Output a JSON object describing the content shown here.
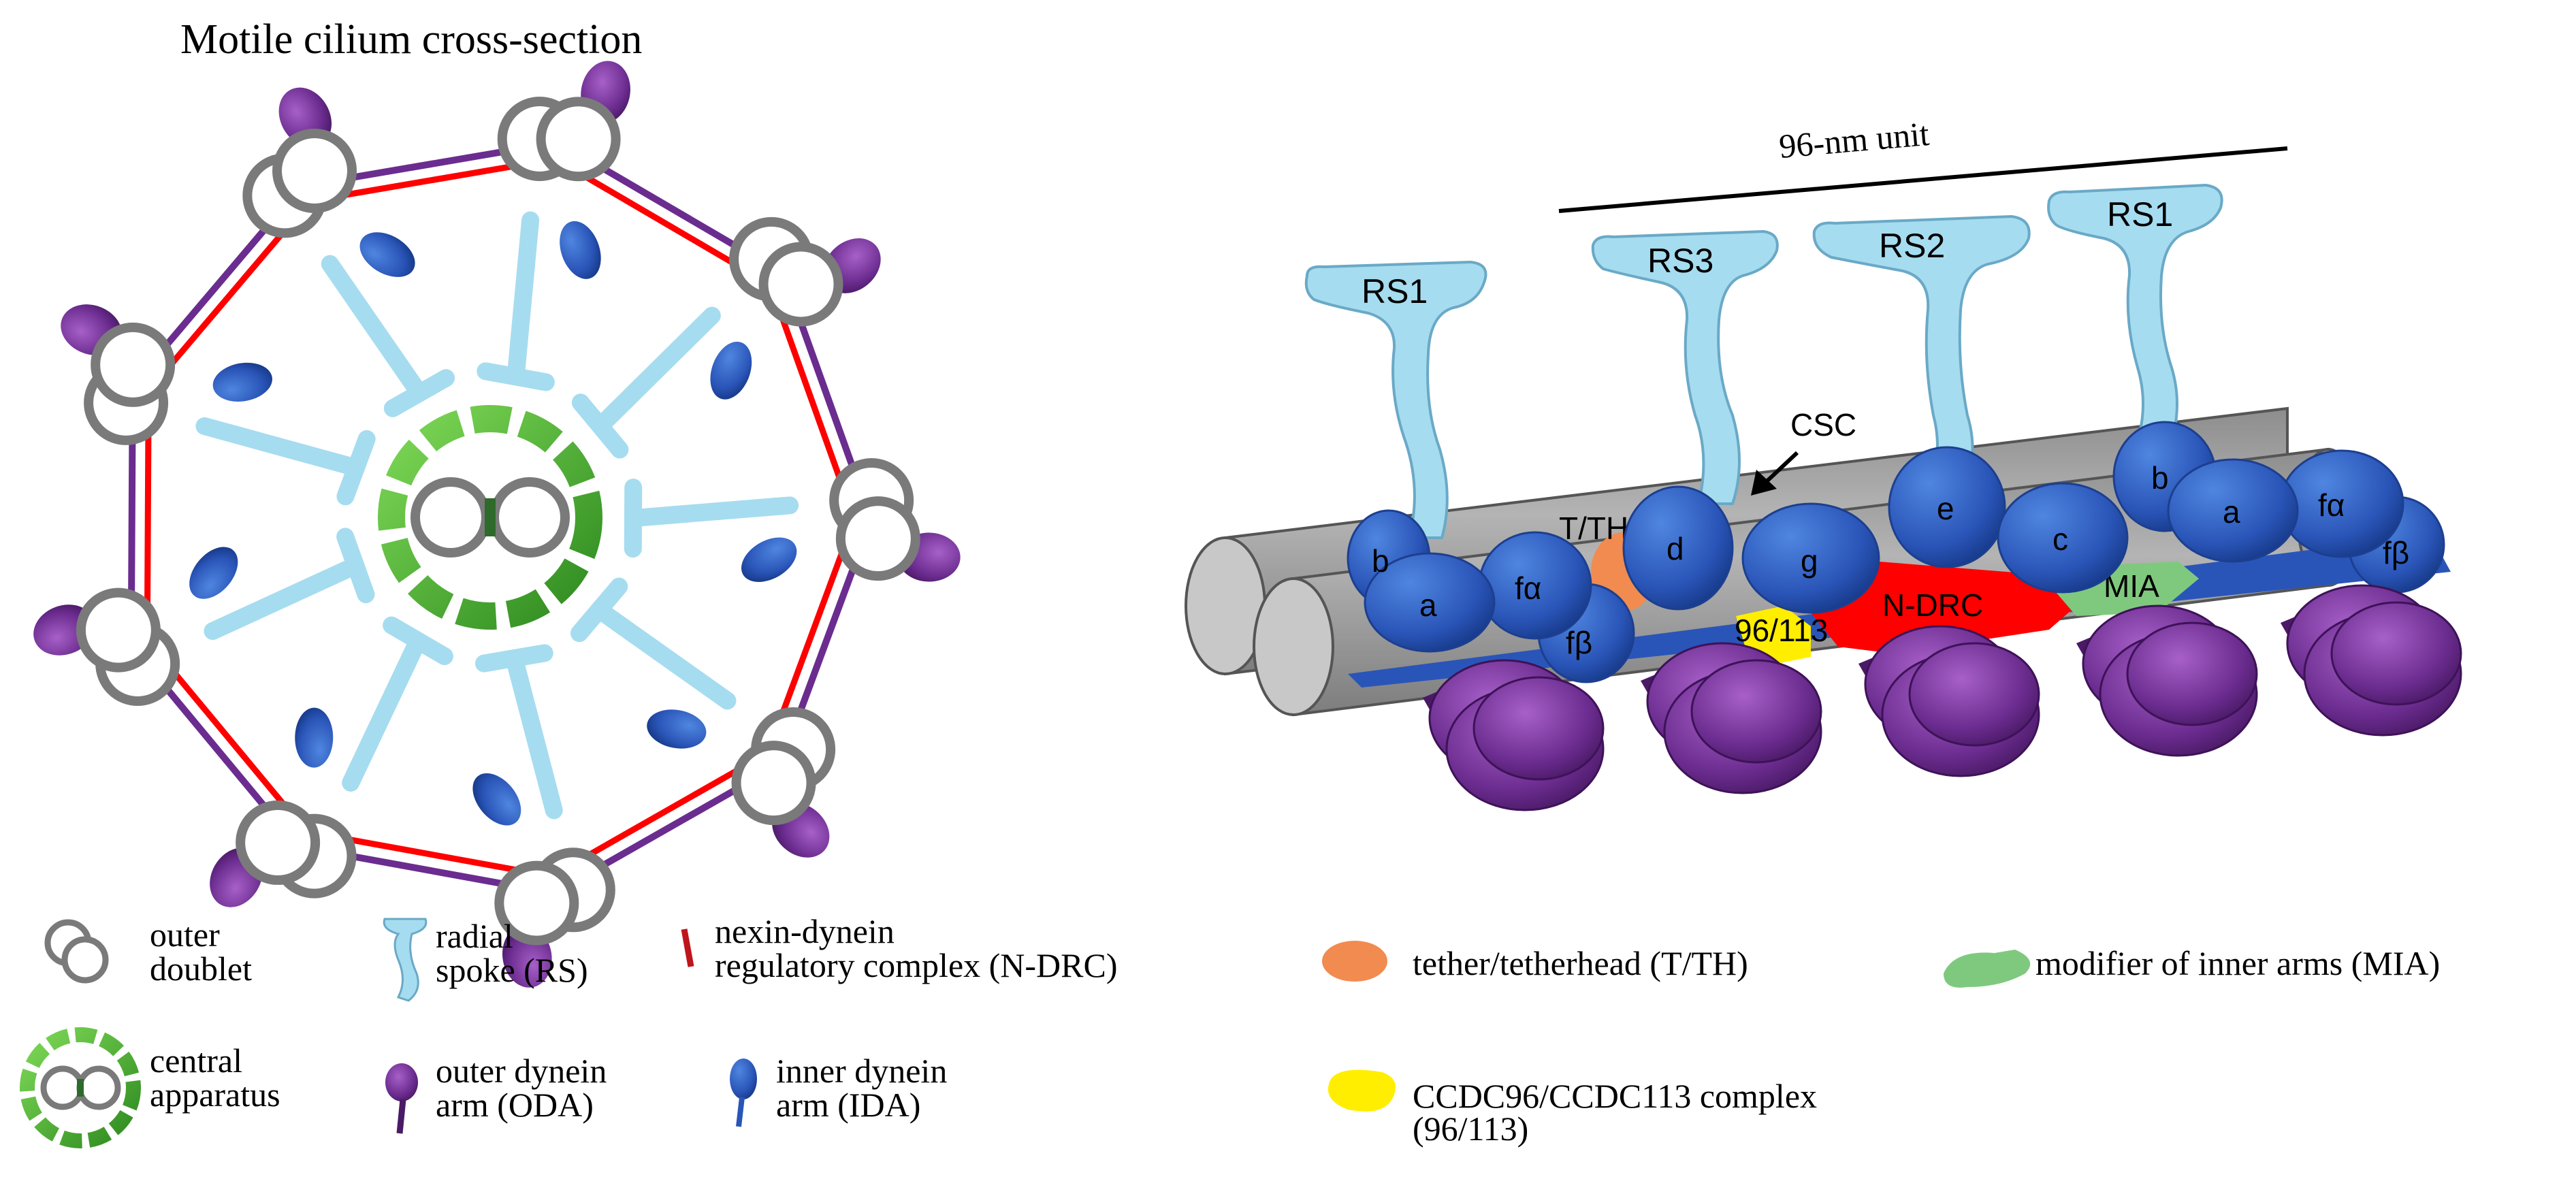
{
  "title": "Motile cilium cross-section",
  "unit_label": "96-nm unit",
  "radial_spokes": [
    "RS1",
    "RS3",
    "RS2",
    "RS1"
  ],
  "csc_label": "CSC",
  "tth_label": "T/TH",
  "ida_labels": {
    "b1": "b",
    "a1": "a",
    "fa1": "fα",
    "fb1": "fβ",
    "d": "d",
    "g": "g",
    "e": "e",
    "c": "c",
    "b2": "b",
    "a2": "a",
    "fa2": "fα",
    "fb2": "fβ"
  },
  "ndrc_label": "N-DRC",
  "mia_label": "MIA",
  "c96_label": "96/113",
  "legend": {
    "outer_doublet": [
      "outer",
      "doublet"
    ],
    "radial_spoke": [
      "radial",
      "spoke (RS)"
    ],
    "ndrc": [
      "nexin-dynein",
      "regulatory complex (N-DRC)"
    ],
    "tether": "tether/tetherhead (T/TH)",
    "mia": "modifier of inner arms (MIA)",
    "central_apparatus": [
      "central",
      "apparatus"
    ],
    "oda": [
      "outer dynein",
      "arm (ODA)"
    ],
    "ida": [
      "inner dynein",
      "arm (IDA)"
    ],
    "ccdc": [
      "CCDC96/CCDC113 complex",
      "(96/113)"
    ]
  },
  "colors": {
    "doublet_stroke": "#7a7a7a",
    "oda": "#6b2c8f",
    "ida": "#2a55b8",
    "spoke": "#a6dcef",
    "ndrc": "#ff0000",
    "tether": "#f28b4f",
    "mia": "#7fc97f",
    "ccdc": "#ffee00",
    "central": "#5cb82e",
    "tube": "#a9a9a9"
  }
}
